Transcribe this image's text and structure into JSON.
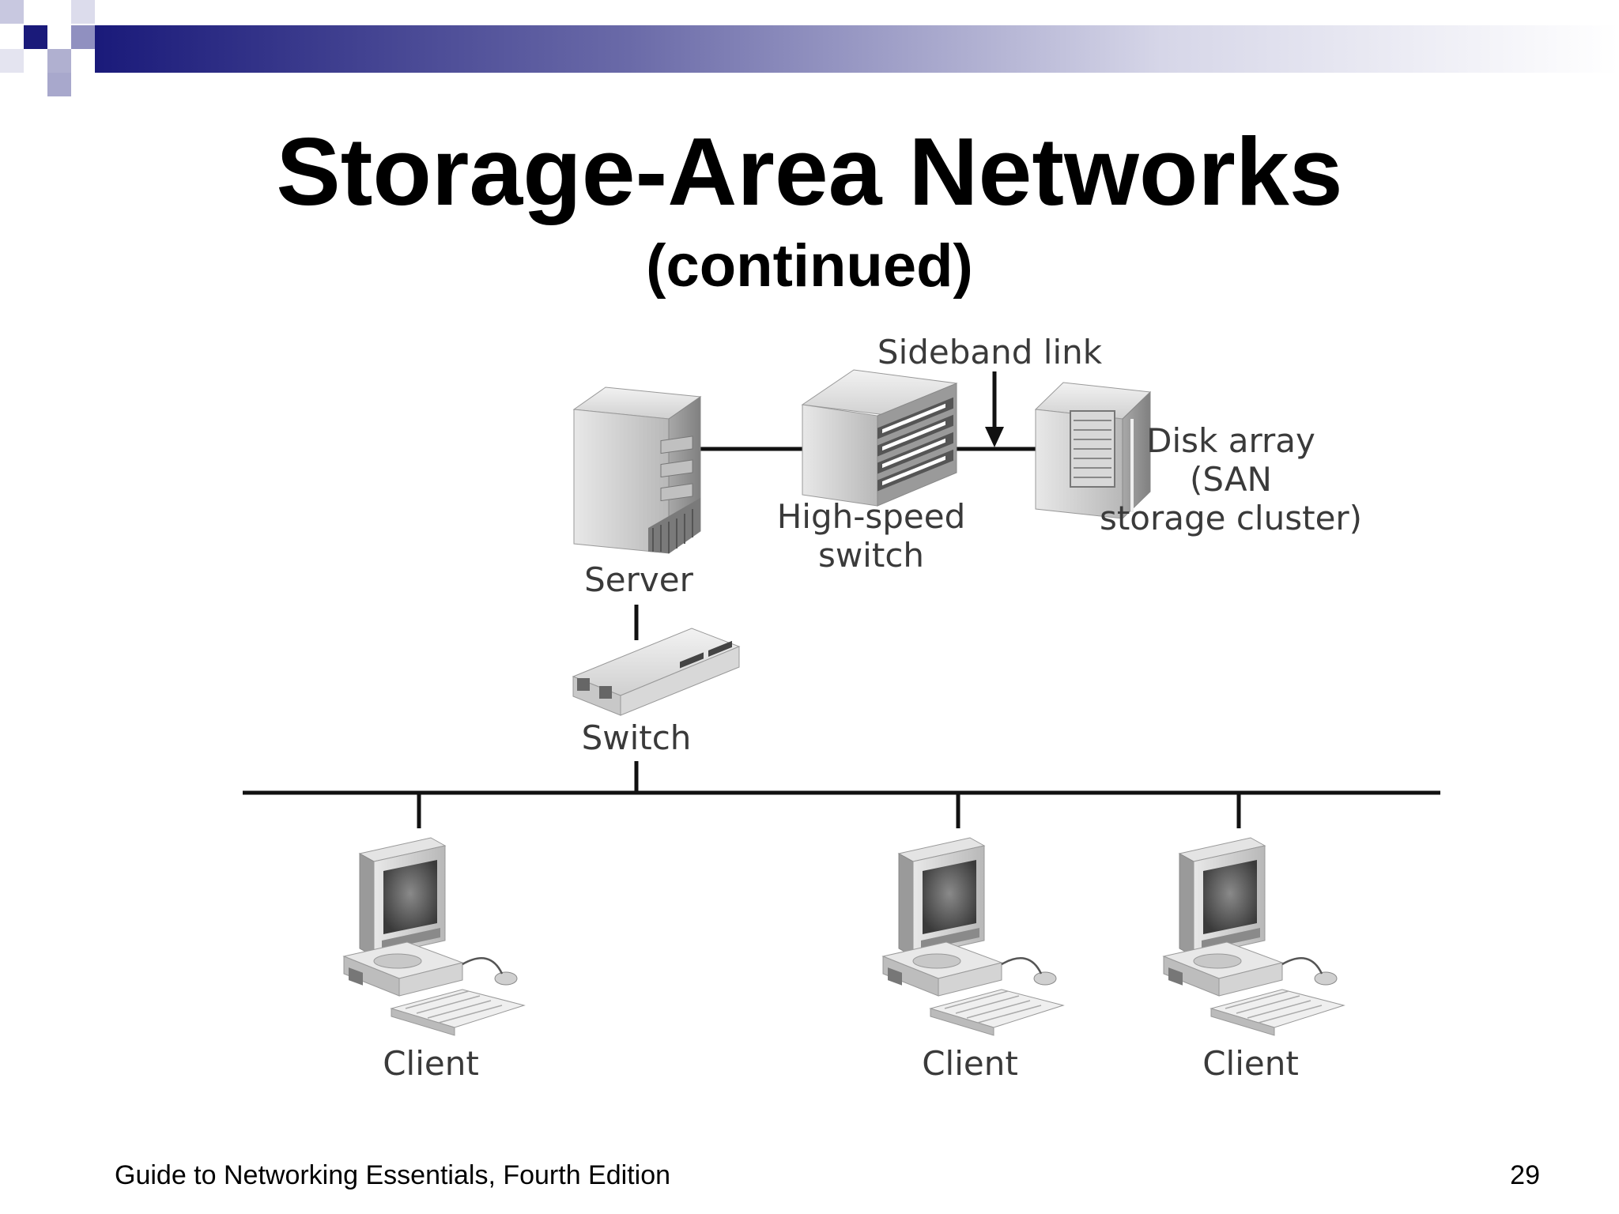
{
  "slide": {
    "title": "Storage-Area Networks",
    "subtitle": "(continued)",
    "footer_left": "Guide to Networking Essentials, Fourth Edition",
    "page_number": "29"
  },
  "diagram": {
    "labels": {
      "sideband_link": "Sideband link",
      "server": "Server",
      "high_speed_switch_line1": "High-speed",
      "high_speed_switch_line2": "switch",
      "disk_array_line1": "Disk array",
      "disk_array_line2": "(SAN",
      "disk_array_line3": "storage cluster)",
      "switch": "Switch",
      "client_1": "Client",
      "client_2": "Client",
      "client_3": "Client"
    }
  },
  "colors": {
    "header_gradient_start": "#1a1a7a",
    "header_gradient_end": "#ffffff"
  }
}
